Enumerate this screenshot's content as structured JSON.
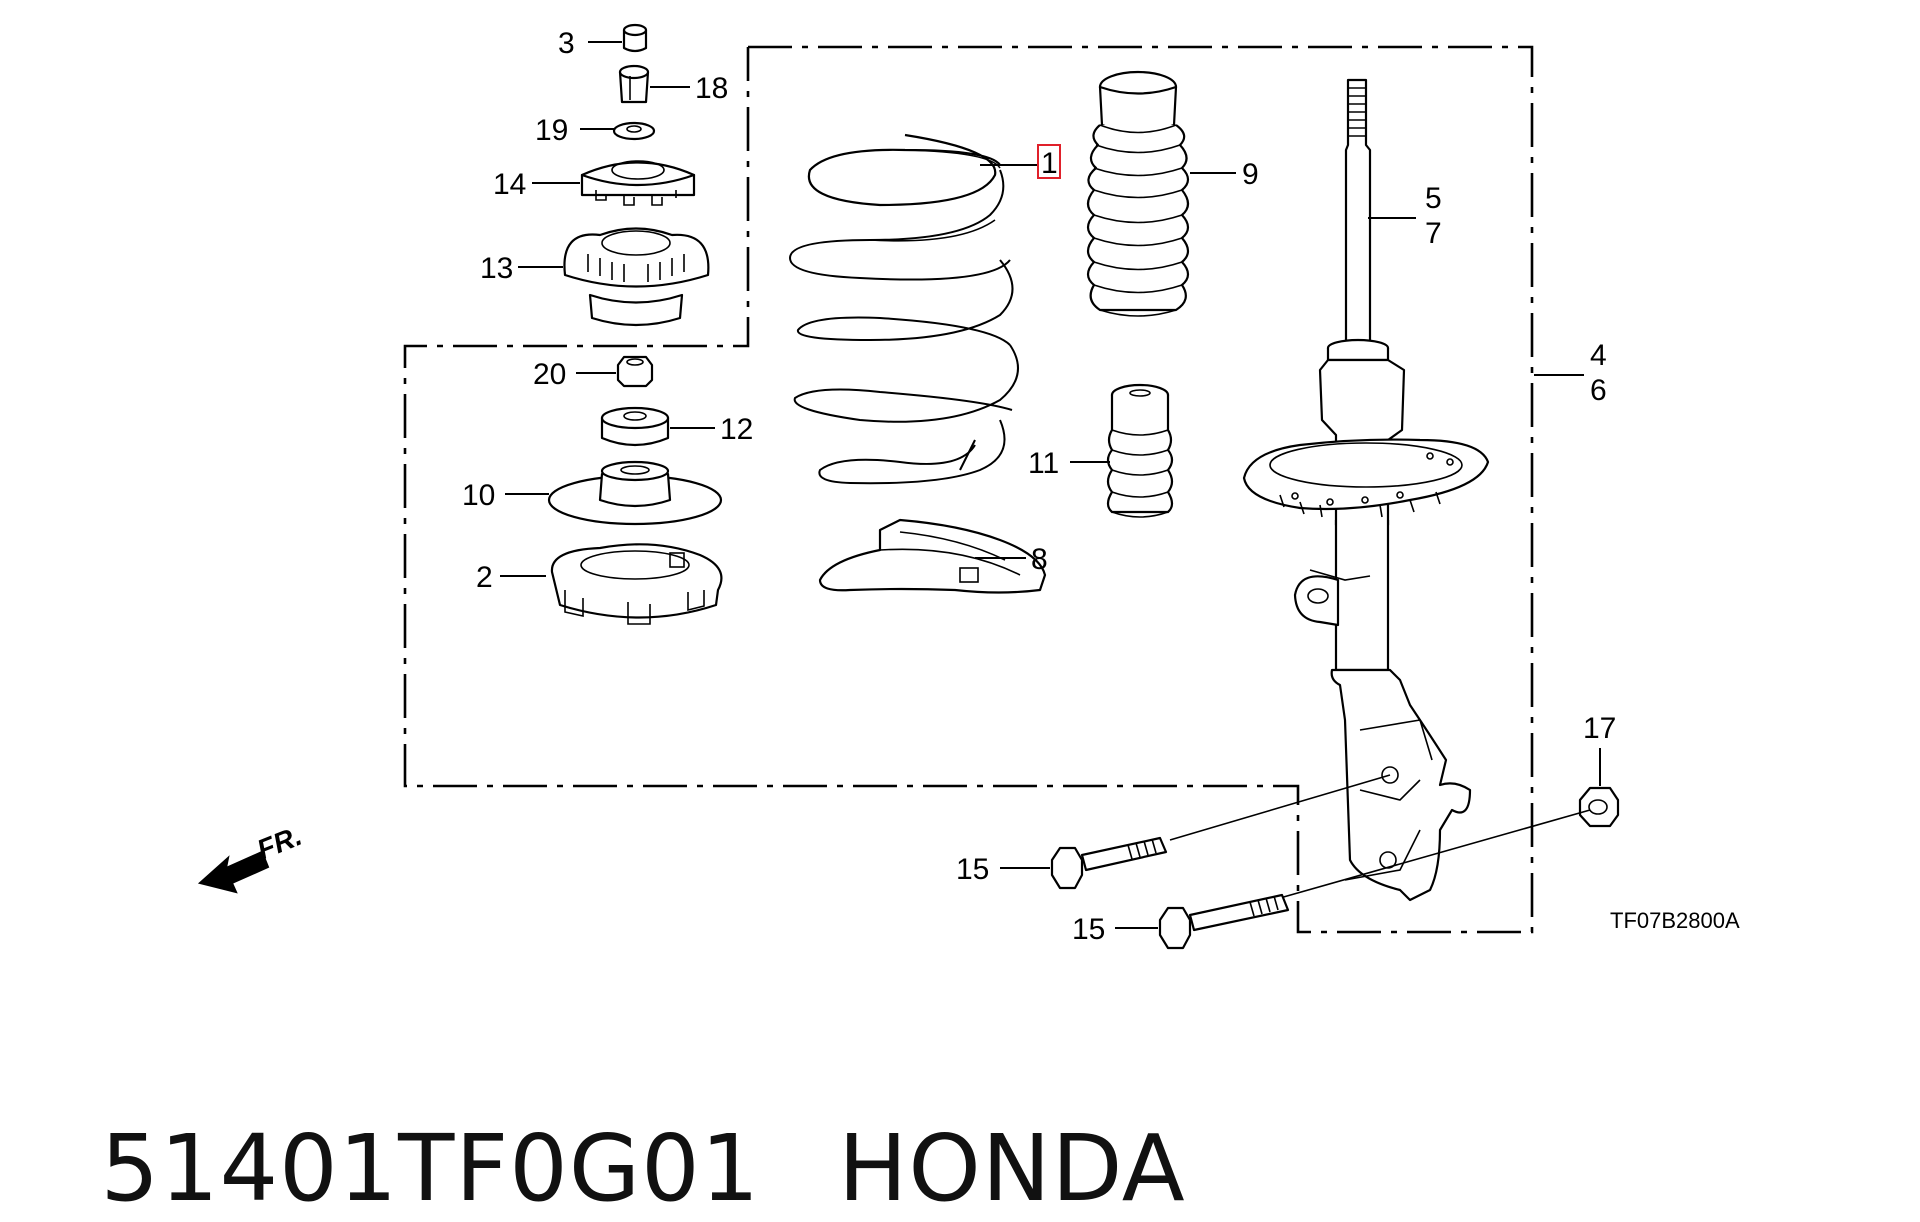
{
  "callouts": {
    "c1": "1",
    "c2": "2",
    "c3": "3",
    "c4": "4",
    "c5": "5",
    "c6": "6",
    "c7": "7",
    "c8": "8",
    "c9": "9",
    "c10": "10",
    "c11": "11",
    "c12": "12",
    "c13": "13",
    "c14": "14",
    "c15a": "15",
    "c15b": "15",
    "c17": "17",
    "c18": "18",
    "c19": "19",
    "c20": "20"
  },
  "direction_label": "FR.",
  "diagram_code": "TF07B2800A",
  "caption": {
    "part_number": "51401TF0G01",
    "brand": "HONDA"
  },
  "highlight": {
    "callout": "1",
    "color": "#e0202a"
  }
}
